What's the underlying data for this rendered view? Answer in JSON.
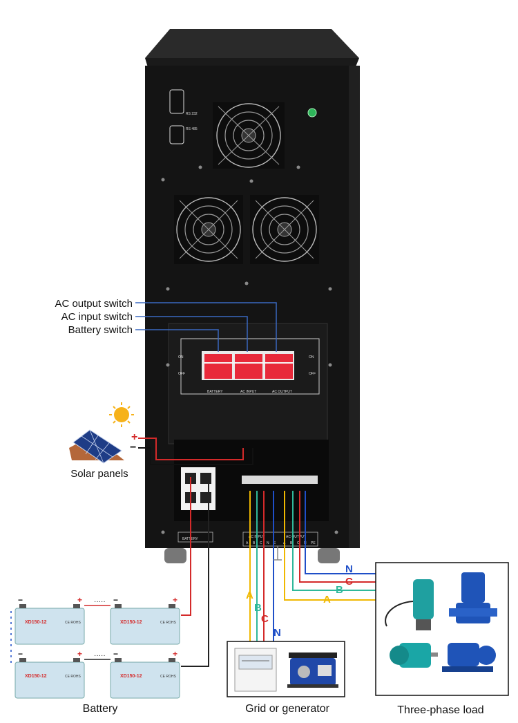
{
  "callouts": {
    "ac_output_switch": "AC output switch",
    "ac_input_switch": "AC input switch",
    "battery_switch": "Battery switch"
  },
  "captions": {
    "solar": "Solar panels",
    "battery": "Battery",
    "grid": "Grid or generator",
    "load": "Three-phase load"
  },
  "panel": {
    "rs232": "RS 232",
    "rs485": "RS 485",
    "on": "ON",
    "off": "OFF",
    "breaker_battery": "BATTERY",
    "breaker_ac_input": "AC INPUT",
    "breaker_ac_output": "AC OUTPUT",
    "terminal_battery": "BATTERY",
    "terminal_ac_input": "AC INPUT",
    "terminal_ac_output": "AC OUTPUT",
    "input_phases": [
      "A",
      "B",
      "C",
      "N",
      "E"
    ],
    "output_phases": [
      "A",
      "B",
      "C",
      "N",
      "PE"
    ]
  },
  "polarity": {
    "plus": "+",
    "minus": "−"
  },
  "wire_labels": {
    "a": "A",
    "b": "B",
    "c": "C",
    "n": "N"
  },
  "battery_model": "XD150-12",
  "battery_brand": "CE ROHS",
  "ellipsis": "·····",
  "colors": {
    "phase_a": "#f0b800",
    "phase_b": "#2fb89a",
    "phase_c": "#d42a2a",
    "neutral": "#1f4fc8",
    "callout_line": "#3a68c0",
    "cabinet": "#141414",
    "breaker": "#e8293a",
    "battery_case": "#cfe3ee"
  }
}
